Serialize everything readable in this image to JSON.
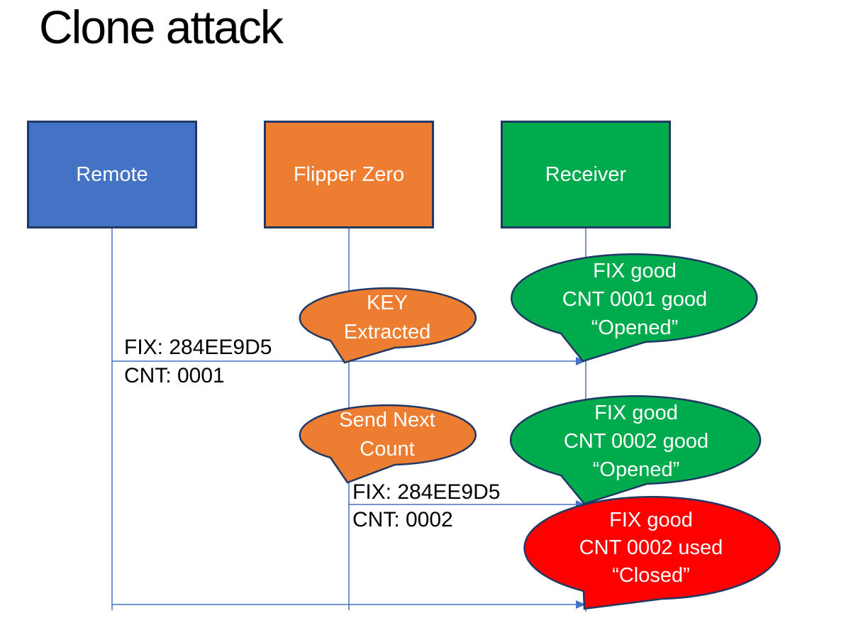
{
  "title": "Clone attack",
  "actors": [
    {
      "id": "remote",
      "label": "Remote",
      "color": "#4472C4"
    },
    {
      "id": "flipper",
      "label": "Flipper Zero",
      "color": "#ED7D31"
    },
    {
      "id": "receiver",
      "label": "Receiver",
      "color": "#00AB4E"
    }
  ],
  "messages": [
    {
      "id": "msg-1",
      "from": "Remote",
      "to": "Receiver",
      "line1": "FIX: 284EE9D5",
      "line2": "CNT: 0001"
    },
    {
      "id": "msg-2",
      "from": "Flipper Zero",
      "to": "Receiver",
      "line1": "FIX: 284EE9D5",
      "line2": "CNT: 0002"
    },
    {
      "id": "msg-3",
      "from": "Remote",
      "to": "Receiver",
      "line1": "",
      "line2": ""
    }
  ],
  "callouts": [
    {
      "id": "key-extracted",
      "anchor": "Flipper Zero",
      "color": "#ED7D31",
      "lines": [
        "KEY",
        "Extracted"
      ]
    },
    {
      "id": "opened-1",
      "anchor": "Receiver",
      "color": "#00AB4E",
      "lines": [
        "FIX good",
        "CNT 0001 good",
        "“Opened”"
      ]
    },
    {
      "id": "send-next-count",
      "anchor": "Flipper Zero",
      "color": "#ED7D31",
      "lines": [
        "Send Next",
        "Count"
      ]
    },
    {
      "id": "opened-2",
      "anchor": "Receiver",
      "color": "#00AB4E",
      "lines": [
        "FIX good",
        "CNT 0002 good",
        "“Opened”"
      ]
    },
    {
      "id": "closed",
      "anchor": "Receiver",
      "color": "#FF0000",
      "lines": [
        "FIX good",
        "CNT 0002 used",
        "“Closed”"
      ]
    }
  ],
  "colors": {
    "background": "#FFFFFF",
    "outline": "#1F3864",
    "connector": "#4472C4",
    "text_dark": "#000000",
    "text_light": "#FFFFFF",
    "actor_remote": "#4472C4",
    "actor_flipper": "#ED7D31",
    "actor_receiver": "#00AB4E",
    "callout_alert": "#FF0000"
  }
}
